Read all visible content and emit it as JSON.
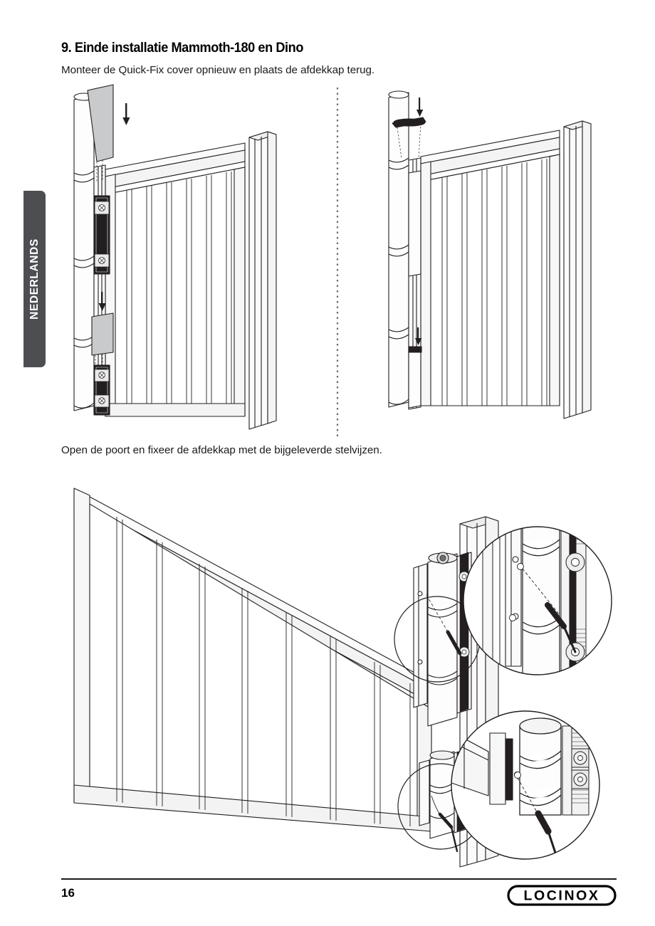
{
  "document": {
    "language_tab": "NEDERLANDS",
    "heading": "9. Einde installatie Mammoth-180 en Dino",
    "subtitle": "Monteer de Quick-Fix cover opnieuw en plaats de afdekkap terug.",
    "instruction_2": "Open de poort en fixeer de afdekkap met de bijgeleverde stelvijzen.",
    "page_number": "16",
    "brand": "LOCINOX"
  },
  "colors": {
    "tab_background": "#4d4e52",
    "tab_text": "#ffffff",
    "ink": "#1a1a1a",
    "line": "#231f20",
    "cover_fill": "#c9cacb",
    "dark_part": "#221f20",
    "panel_shade": "#f2f2f2",
    "page_background": "#ffffff"
  },
  "figures": {
    "top": {
      "name": "quick-fix-cover-remount",
      "divider": "vertical-dotted-line",
      "left_panel": {
        "name": "gate-with-cover-insertion",
        "annotations": [
          "down-arrow-top",
          "down-arrow-bottom"
        ],
        "parts": [
          "gate-post",
          "gate-leaf",
          "hinge-upper",
          "hinge-lower",
          "quick-fix-cover",
          "second-post"
        ]
      },
      "right_panel": {
        "name": "gate-with-cap-placement",
        "annotations": [
          "down-arrow-top",
          "down-arrow-bottom"
        ],
        "parts": [
          "gate-post",
          "gate-leaf",
          "hinge-upper",
          "hinge-lower",
          "end-cap",
          "second-post"
        ]
      }
    },
    "bottom": {
      "name": "open-gate-fix-cover-with-set-screws",
      "parts": [
        "gate-leaf-open",
        "gate-post",
        "hinge-upper",
        "hinge-lower",
        "allen-key"
      ],
      "callouts": [
        {
          "name": "detail-upper-hinge",
          "target": "upper-hinge-set-screw"
        },
        {
          "name": "detail-lower-hinge",
          "target": "lower-hinge-set-screw"
        }
      ]
    }
  }
}
